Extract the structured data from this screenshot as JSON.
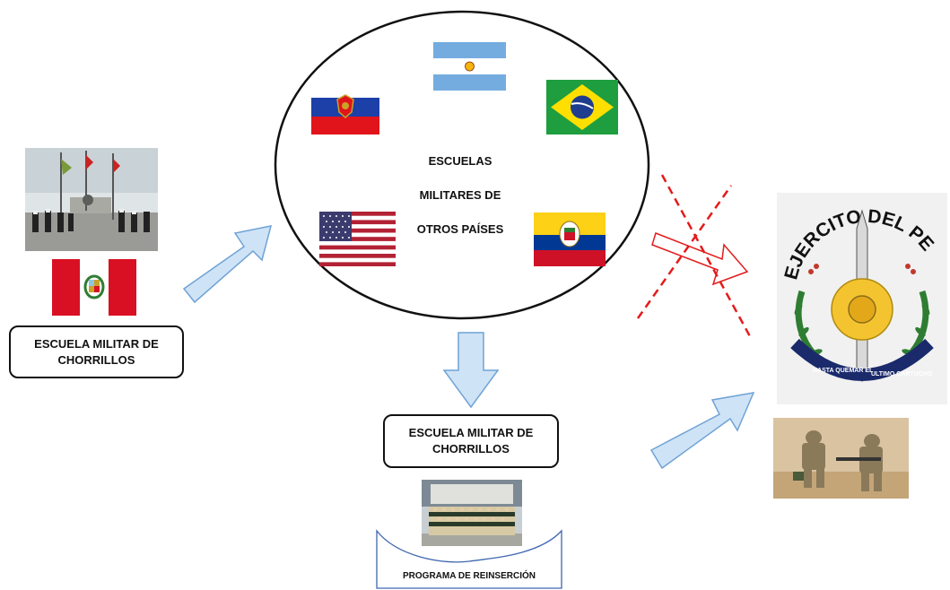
{
  "left_box": {
    "line1": "ESCUELA MILITAR DE",
    "line2": "CHORRILLOS"
  },
  "circle": {
    "line1": "ESCUELAS",
    "line2": "MILITARES DE",
    "line3": "OTROS PAÍSES"
  },
  "bottom_box": {
    "line1": "ESCUELA MILITAR DE",
    "line2": "CHORRILLOS"
  },
  "program": {
    "label": "PROGRAMA DE REINSERCIÓN"
  },
  "emblem": {
    "arc_text": "EJERCITO DEL PERU",
    "ribbon_left": "HASTA QUEMAR EL",
    "ribbon_right": "ULTIMO CARTUCHO"
  },
  "colors": {
    "arrow_fill": "#cfe3f6",
    "arrow_stroke": "#6fa3d6",
    "cross_red": "#e41b1b",
    "peru_red": "#d91023"
  },
  "icons": [
    "peru-flag",
    "argentina-flag",
    "russia-flag",
    "brazil-flag",
    "usa-flag",
    "venezuela-flag",
    "army-emblem"
  ]
}
